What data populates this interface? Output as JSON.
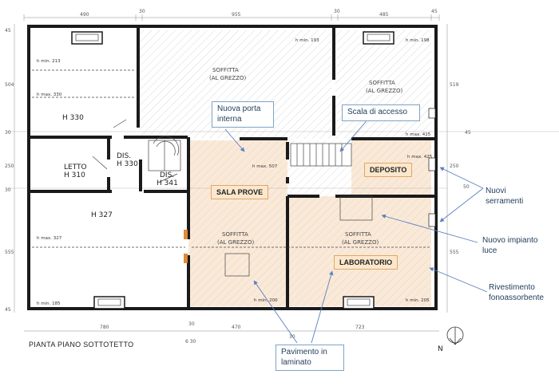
{
  "dimensions": {
    "top": [
      "490",
      "30",
      "955",
      "30",
      "485",
      "45"
    ],
    "left": [
      "45",
      "504",
      "30",
      "250",
      "30",
      "555",
      "45"
    ],
    "right": [
      "519",
      "45",
      "250",
      "50",
      "555"
    ],
    "bottom": [
      "780",
      "30",
      "470",
      "30",
      "723",
      "6 30"
    ]
  },
  "rooms": {
    "h330": "H 330",
    "letto": "LETTO",
    "h310": "H 310",
    "dis1_a": "DIS.",
    "dis1_b": "H 330",
    "dis2_a": "DIS.",
    "dis2_b": "H 341",
    "h327": "H 327",
    "soffitta": "SOFFITTA",
    "al_grezzo": "(AL GREZZO)"
  },
  "heights": {
    "hmin213": "h min. 213",
    "hmax330": "h max. 330",
    "hmax327": "h max. 327",
    "hmin185": "h min. 185",
    "hmin193": "h min. 193",
    "hmin198": "h min. 198",
    "hmax415": "h max. 415",
    "hmax507": "h max. 507",
    "hmax425": "h max. 425",
    "hmin200": "h min. 200",
    "hmin205": "h min. 205"
  },
  "tags": {
    "sala_prove": "SALA PROVE",
    "deposito": "DEPOSITO",
    "laboratorio": "LABORATORIO"
  },
  "callouts": {
    "nuova_porta": "Nuova porta interna",
    "scala": "Scala di accesso",
    "serramenti": "Nuovi serramenti",
    "impianto": "Nuovo impianto luce",
    "rivestimento": "Rivestimento fonoassorbente",
    "pavimento": "Pavimento in laminato"
  },
  "plan_title": "PIANTA PIANO SOTTOTETTO",
  "north": "N",
  "colors": {
    "wall": "#1a1a1a",
    "hatch": "#c8c8c8",
    "highlight": "#fbe9d7",
    "tag_fill": "#fce7cc",
    "tag_border": "#e0a766",
    "callout_border": "#7fa3c7",
    "arrow": "#5a7fc0"
  }
}
